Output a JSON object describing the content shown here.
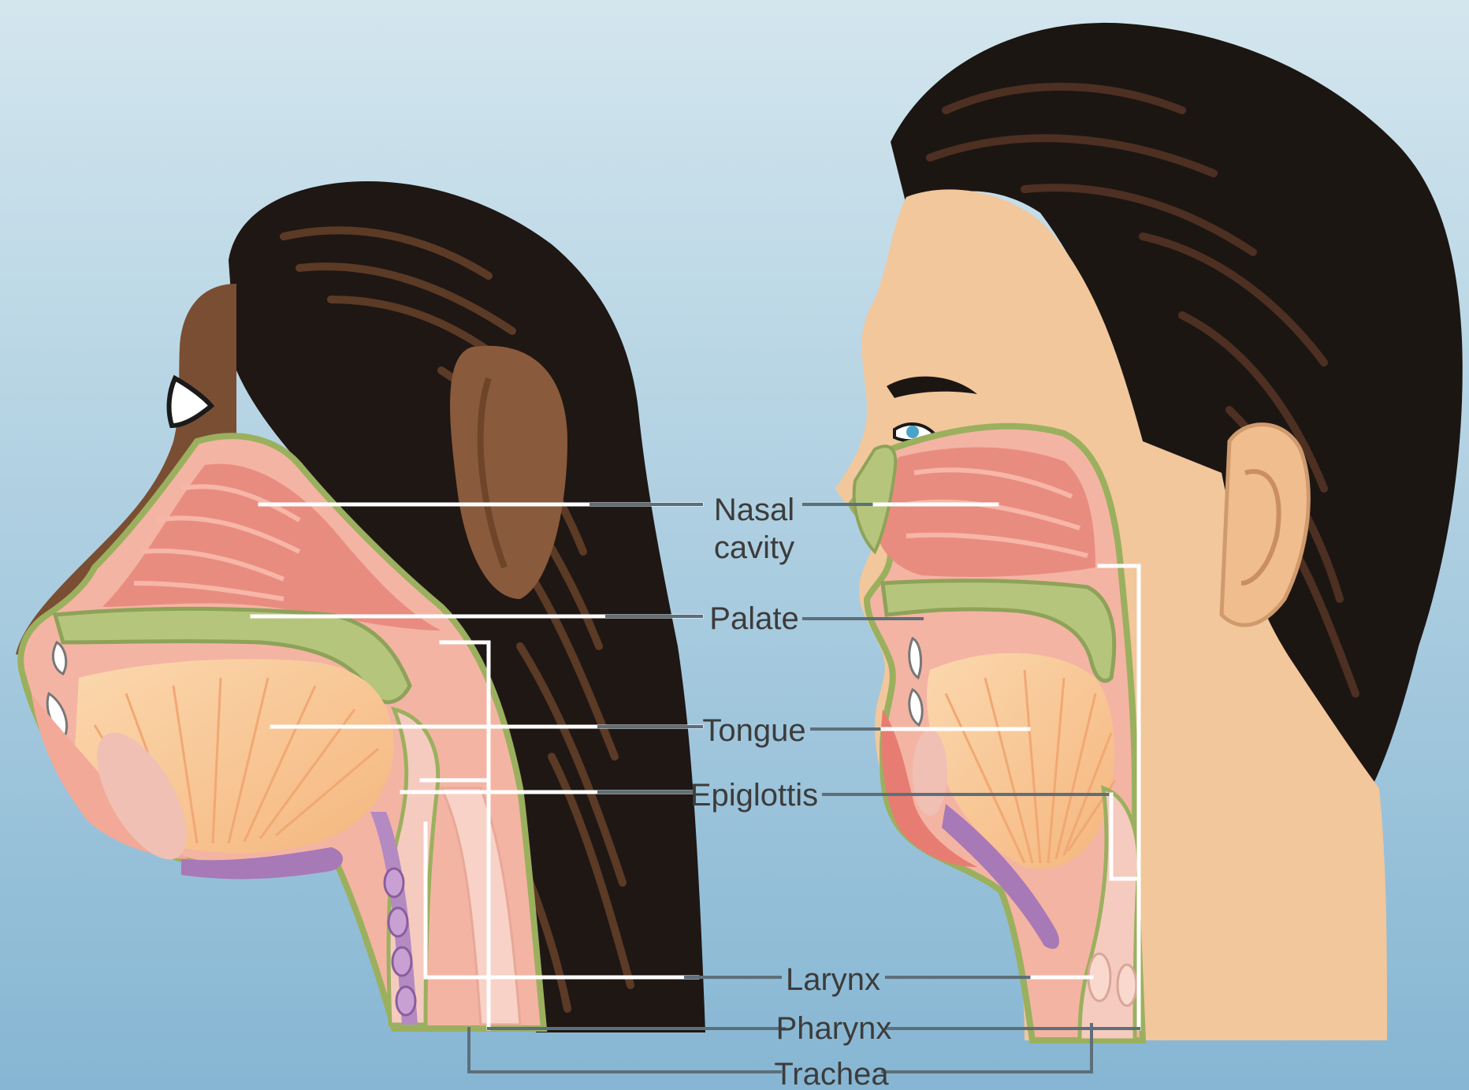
{
  "colors": {
    "bg_top": "#cfe3ec",
    "bg_bottom": "#7fb2d2",
    "hair": "#1c1613",
    "hair_brown": "#4a2e1e",
    "skin_dark": "#7a4e33",
    "skin_light": "#f2c79c",
    "tissue": "#f2a79c",
    "cavity": "#e77d72",
    "tongue": "#f9cc9a",
    "bone_green": "#b5c67c",
    "outline_green": "#9bb05e",
    "cartilage_purple": "#a779b6",
    "leader_line": "#5d6f7a"
  },
  "labels": {
    "nasal": "Nasal",
    "cavity": "cavity",
    "palate": "Palate",
    "tongue": "Tongue",
    "epiglottis": "Epiglottis",
    "larynx": "Larynx",
    "pharynx": "Pharynx",
    "trachea": "Trachea"
  }
}
